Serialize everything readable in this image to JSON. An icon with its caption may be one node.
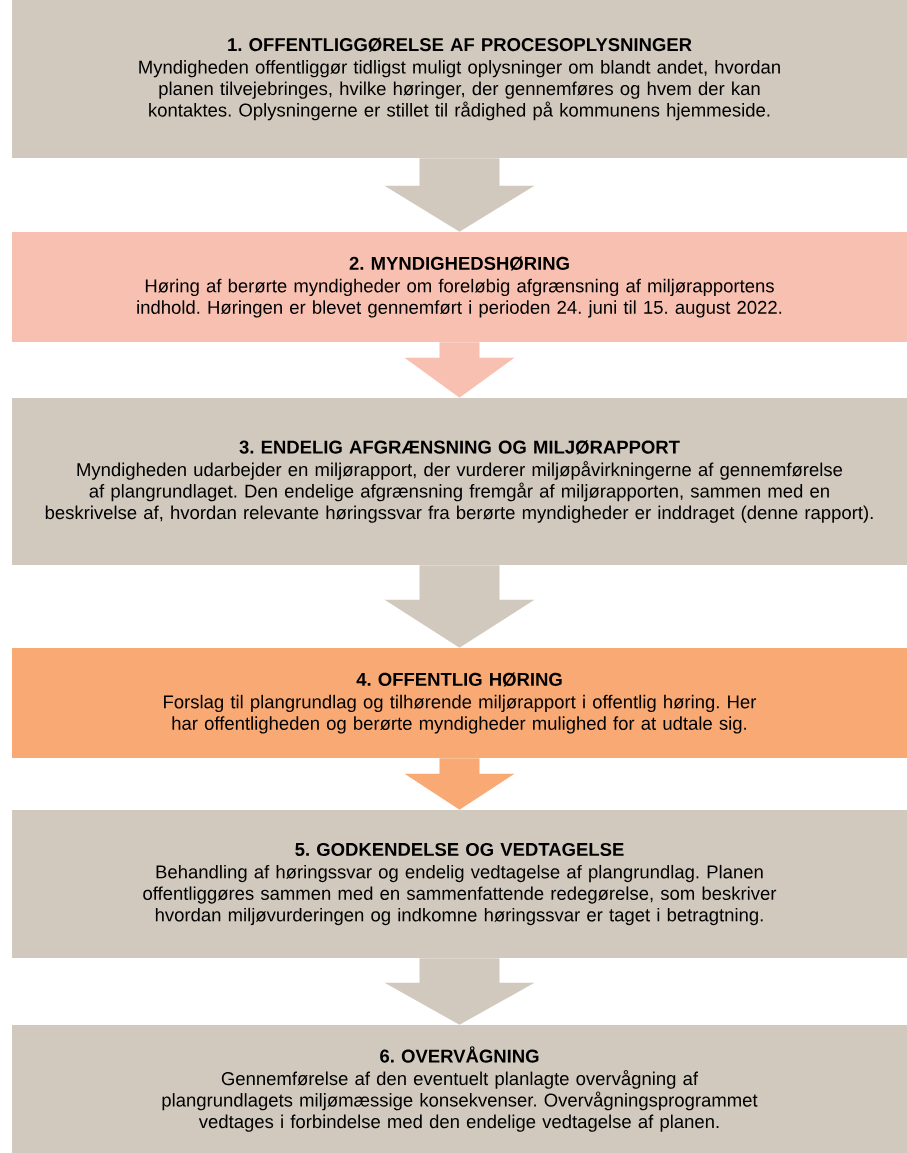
{
  "diagram": {
    "nodes": [
      {
        "text": [
          "1. OFFENTLIGGØRELSE AF PROCESOPLYSNINGER",
          "Myndigheden offentliggør tidligst muligt oplysninger om blandt andet, hvordan planen tilvejebringes, hvilke høringer, der gennemføres og hvem der kan kontaktes. Oplysningerne er stillet til rådighed på kommunens hjemmeside."
        ]
      },
      {
        "text": [
          "2. MYNDIGHEDSHØRING",
          "Høring af berørte myndigheder om foreløbig afgrænsning af miljørapportens indhold. Høringen er blevet gennemført i perioden 24. juni til 15. august  2022."
        ]
      },
      {
        "text": [
          "3. ENDELIG AFGRÆNSNING OG MILJØRAPPORT",
          "Myndigheden udarbejder en miljørapport, der vurderer miljøpåvirkningerne af gennemførelse af plangrundlaget. Den endelige afgrænsning fremgår af miljørapporten, sammen med en beskrivelse af, hvordan relevante høringssvar fra berørte myndigheder er inddraget (denne rapport)."
        ]
      },
      {
        "text": [
          "4. OFFENTLIG HØRING",
          "Forslag til plangrundlag og tilhørende miljørapport i offentlig høring. Her har offentligheden og berørte myndigheder mulighed for at udtale sig."
        ]
      },
      {
        "text": [
          "5. GODKENDELSE OG VEDTAGELSE",
          "Behandling af høringssvar og endelig vedtagelse af plangrundlag. Planen offentliggøres sammen med en sammenfattende redegørelse, som beskriver hvordan miljøvurderingen og indkomne høringssvar er taget i betragtning."
        ]
      },
      {
        "text": [
          "6. OVERVÅGNING",
          "Gennemførelse af den eventuelt planlagte overvågning af plangrundlagets miljømæssige konsekvenser. Overvågningsprogrammet vedtages i forbindelse med den endelige vedtagelse af planen."
        ]
      }
    ],
    "edges": [
      {
        "from": 0,
        "to": 1,
        "arrow": "to"
      },
      {
        "from": 1,
        "to": 2,
        "arrow": "to",
        "color": "#f8c0b0"
      },
      {
        "from": 2,
        "to": 3,
        "arrow": "to"
      },
      {
        "from": 3,
        "to": 4,
        "arrow": "to",
        "color": "#f9a974"
      },
      {
        "from": 4,
        "to": 5,
        "arrow": "to"
      }
    ]
  }
}
